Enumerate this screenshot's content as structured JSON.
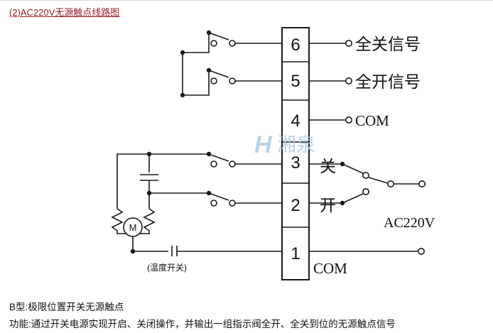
{
  "title": "(2)AC220V无源触点线路图",
  "diagram": {
    "terminals": [
      "6",
      "5",
      "4",
      "3",
      "2",
      "1"
    ],
    "labels": {
      "full_close": "全关信号",
      "full_open": "全开信号",
      "com_top": "COM",
      "close": "关",
      "open": "开",
      "supply": "AC220V",
      "com_bottom": "COM"
    },
    "motor": "M",
    "temp_switch": "(温度开关)",
    "watermark": {
      "mark": "H",
      "text": "湘泉"
    },
    "colors": {
      "title": "#9b1c1c",
      "wire": "#1a1a1a",
      "watermark": "#aecde5"
    }
  },
  "footer": {
    "line1": "B型:极限位置开关无源触点",
    "line2": "功能:通过开关电源实现开启、关闭操作，并输出一组指示阀全开、全关到位的无源触点信号"
  }
}
